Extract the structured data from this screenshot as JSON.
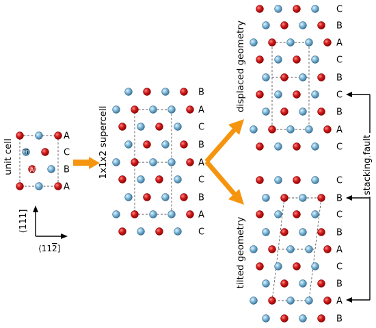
{
  "colors": {
    "al": "#d21e1e",
    "al_edge": "#8c0000",
    "ti": "#82bcdc",
    "ti_edge": "#3a6f93",
    "arrow": "#f5950f",
    "dash": "#555555",
    "text": "#000000"
  },
  "labels": {
    "unit_cell": "unit cell",
    "supercell": "1x1x2 supercell",
    "displaced": "displaced geometry",
    "tilted": "tilted geometry",
    "stacking_fault": "stacking fault",
    "dir_111": "⟨111]",
    "dir_112": "⟨11",
    "dir_112_bar": "2",
    "dir_112_end": "]",
    "atom_ti": "Ti",
    "atom_al": "Al"
  },
  "panels": {
    "unit_cell": {
      "layers": [
        "A",
        "C",
        "B",
        "A"
      ]
    },
    "supercell": {
      "layers": [
        "B",
        "A",
        "C",
        "B",
        "A",
        "C",
        "B",
        "A",
        "C"
      ]
    },
    "displaced": {
      "layers": [
        "C",
        "B",
        "A",
        "C",
        "B",
        "C",
        "B",
        "A",
        "C"
      ]
    },
    "tilted": {
      "layers": [
        "C",
        "B",
        "C",
        "B",
        "A",
        "C",
        "B",
        "A",
        "B"
      ]
    }
  }
}
